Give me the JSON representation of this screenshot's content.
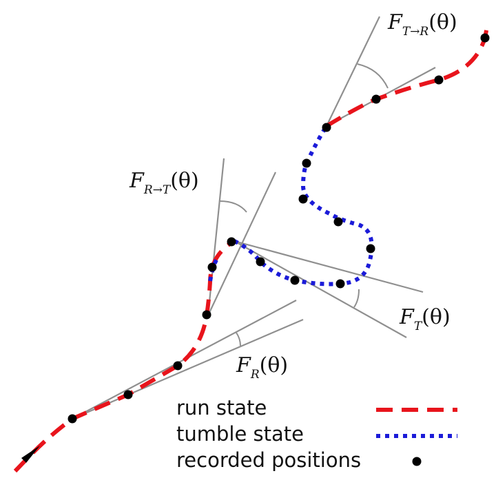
{
  "colors": {
    "run": "#e8141c",
    "tumble": "#1b1bd8",
    "tangent": "#8f8f8f",
    "point": "#000000",
    "text": "#111111"
  },
  "labels": {
    "f_t_to_r": {
      "base": "F",
      "sub": "T→R",
      "arg": "(θ)"
    },
    "f_r_to_t": {
      "base": "F",
      "sub": "R→T",
      "arg": "(θ)"
    },
    "f_t": {
      "base": "F",
      "sub": "T",
      "arg": "(θ)"
    },
    "f_r": {
      "base": "F",
      "sub": "R",
      "arg": "(θ)"
    }
  },
  "legend": {
    "run": "run state",
    "tumble": "tumble state",
    "recorded": "recorded positions"
  }
}
